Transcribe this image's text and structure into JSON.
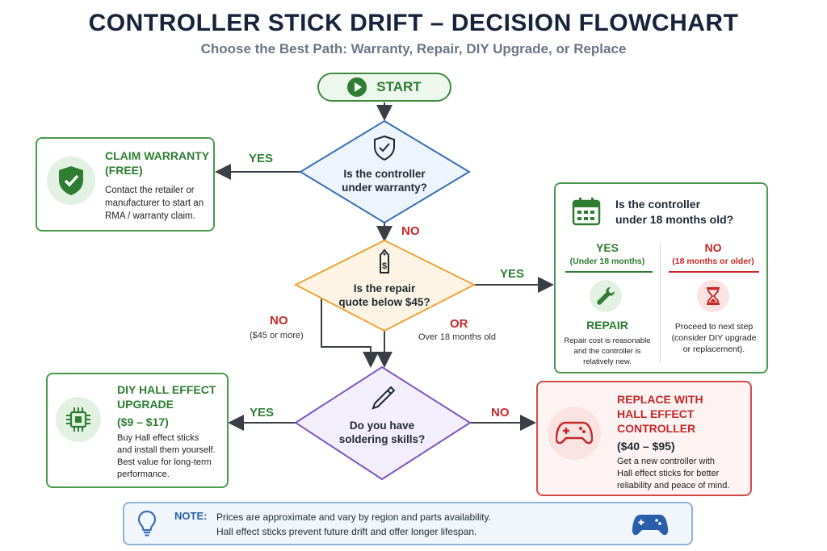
{
  "header": {
    "title": "CONTROLLER STICK DRIFT – DECISION FLOWCHART",
    "subtitle": "Choose the Best Path: Warranty, Repair, DIY Upgrade, or Replace"
  },
  "start": {
    "label": "START"
  },
  "decisions": {
    "warranty": {
      "text_line1": "Is the controller",
      "text_line2": "under warranty?"
    },
    "quote": {
      "text_line1": "Is the repair",
      "text_line2": "quote below $45?"
    },
    "soldering": {
      "text_line1": "Do you have",
      "text_line2": "soldering skills?"
    }
  },
  "labels": {
    "warranty_yes": "YES",
    "warranty_no": "NO",
    "quote_yes": "YES",
    "quote_no": "NO",
    "quote_no_sub": "($45 or more)",
    "or": "OR",
    "or_sub": "Over 18 months old",
    "solder_yes": "YES",
    "solder_no": "NO"
  },
  "claim_warranty": {
    "title_line1": "CLAIM WARRANTY",
    "title_line2": "(FREE)",
    "body": [
      "Contact the retailer or",
      "manufacturer to start an",
      "RMA / warranty claim."
    ]
  },
  "age_check": {
    "question_line1": "Is the controller",
    "question_line2": "under 18 months old?",
    "yes_label": "YES",
    "yes_sub": "(Under 18 months)",
    "no_label": "NO",
    "no_sub": "(18 months or older)",
    "repair_title": "REPAIR",
    "repair_body": [
      "Repair cost is reasonable",
      "and the controller is",
      "relatively new."
    ],
    "next_body": [
      "Proceed to next step",
      "(consider DIY upgrade",
      "or replacement)."
    ]
  },
  "diy": {
    "title_line1": "DIY HALL EFFECT",
    "title_line2": "UPGRADE",
    "price": "($9 – $17)",
    "body": [
      "Buy Hall effect sticks",
      "and install them yourself.",
      "Best value for long-term",
      "performance."
    ]
  },
  "replace": {
    "title_line1": "REPLACE WITH",
    "title_line2": "HALL EFFECT",
    "title_line3": "CONTROLLER",
    "price": "($40 – $95)",
    "body": [
      "Get a new controller with",
      "Hall effect sticks for better",
      "reliability and peace of mind."
    ]
  },
  "note": {
    "label": "NOTE:",
    "line1": "Prices are approximate and vary by region and parts availability.",
    "line2": "Hall effect sticks prevent future drift and offer longer lifespan."
  },
  "colors": {
    "green": "#2e7d32",
    "red": "#c62828",
    "blue_diamond": "#3b6fb6",
    "orange_diamond": "#f0a43a",
    "purple_diamond": "#7e57c2",
    "navy": "#16233a"
  },
  "icons": [
    "play-icon",
    "shield-check-icon",
    "price-tag-icon",
    "soldering-pen-icon",
    "calendar-icon",
    "wrench-icon",
    "hourglass-icon",
    "chip-icon",
    "gamepad-icon",
    "lightbulb-icon"
  ]
}
